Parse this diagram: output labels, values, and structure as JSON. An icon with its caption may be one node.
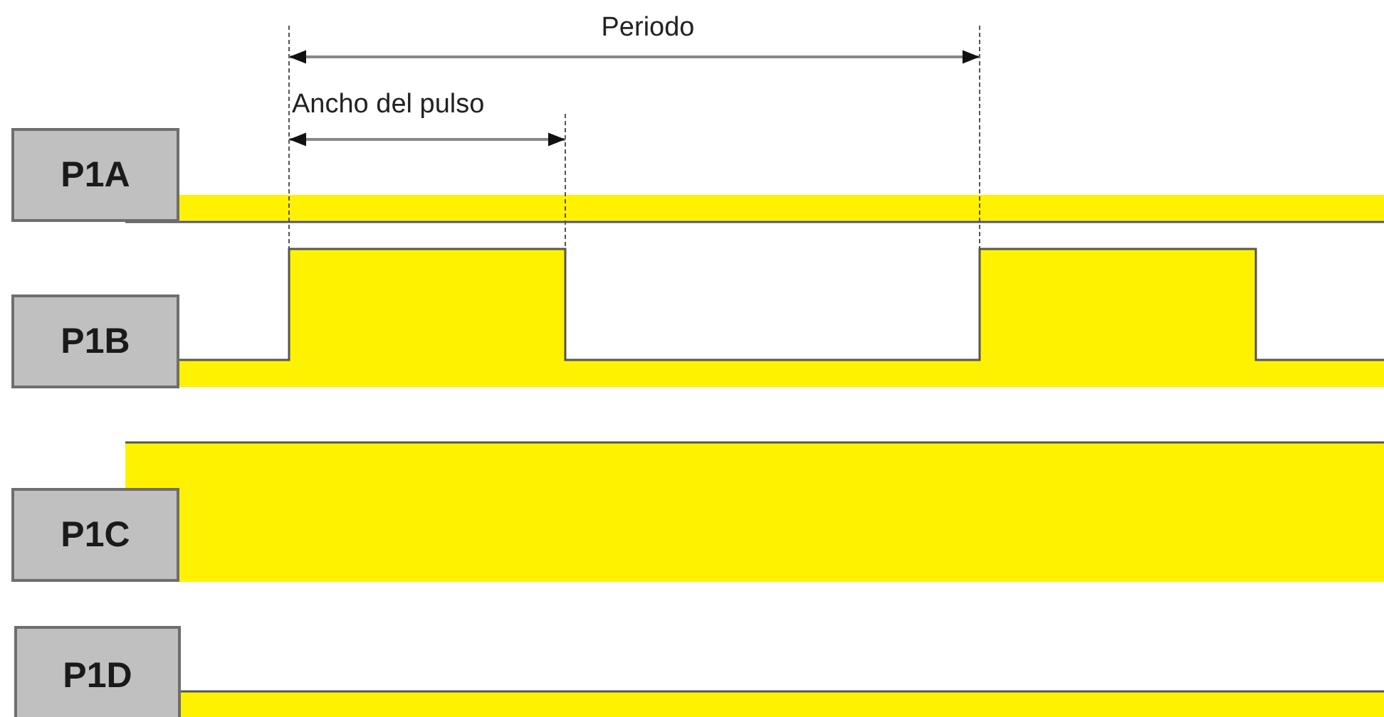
{
  "diagram": {
    "nodes": [
      {
        "text": [
          "P1A"
        ]
      },
      {
        "text": [
          "P1B"
        ]
      },
      {
        "text": [
          "P1C"
        ]
      },
      {
        "text": [
          "P1D"
        ]
      }
    ],
    "labels": [
      "Periodo",
      "Ancho del pulso"
    ]
  }
}
